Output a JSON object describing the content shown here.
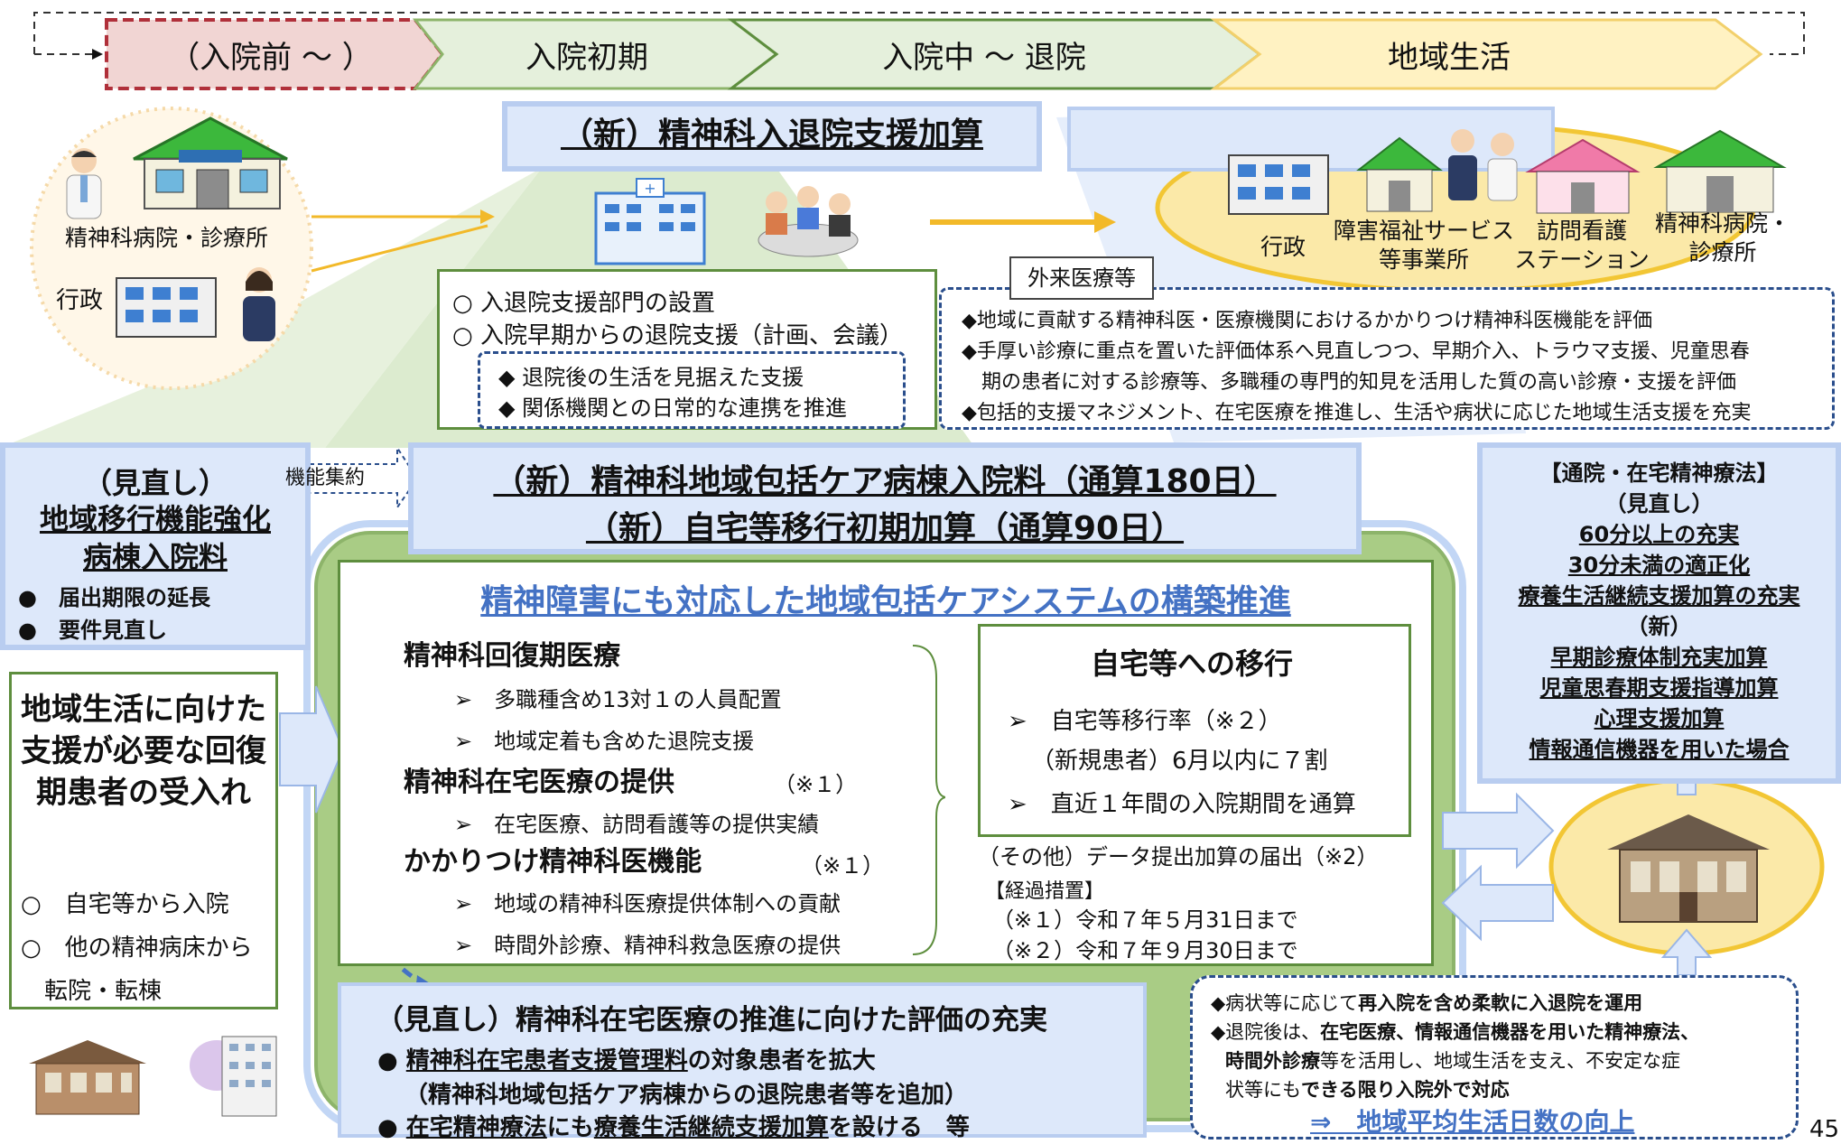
{
  "header": {
    "stages": [
      "（入院前 ～ ）",
      "入院初期",
      "入院中 ～ 退院",
      "地域生活"
    ]
  },
  "top_left": {
    "hospital_label": "精神科病院・診療所",
    "admin_label": "行政"
  },
  "nyutaiin": {
    "title": "（新）精神科入退院支援加算",
    "items": [
      "○ 入退院支援部門の設置",
      "○ 入院早期からの退院支援（計画、会議）"
    ],
    "sub_items": [
      "◆ 退院後の生活を見据えた支援",
      "◆ 関係機関との日常的な連携を推進"
    ]
  },
  "community": {
    "labels": [
      "行政",
      "障害福祉サービス\n等事業所",
      "訪問看護\nステーション",
      "精神科病院・\n診療所"
    ]
  },
  "outpatient": {
    "tag": "外来医療等",
    "lines": [
      "◆地域に貢献する精神科医・医療機関におけるかかりつけ精神科医機能を評価",
      "◆手厚い診療に重点を置いた評価体系へ見直しつつ、早期介入、トラウマ支援、児童思春",
      "　期の患者に対する診療等、多職種の専門的知見を活用した質の高い診療・支援を評価",
      "◆包括的支援マネジメント、在宅医療を推進し、生活や病状に応じた地域生活支援を充実"
    ]
  },
  "minaoshi_left": {
    "title1": "（見直し）",
    "title2": "地域移行機能強化",
    "title3": "病棟入院料",
    "bullets": [
      "●　届出期限の延長",
      "●　要件見直し"
    ],
    "tag": "機能集約"
  },
  "main_title": {
    "line1": "（新）精神科地域包括ケア病棟入院料（通算180日）",
    "line2": "（新）自宅等移行初期加算（通算90日）"
  },
  "system": {
    "heading": "精神障害にも対応した地域包括ケアシステムの構築推進",
    "sec1_title": "精神科回復期医療",
    "sec1_items": [
      "➢　多職種含め13対１の人員配置",
      "➢　地域定着も含めた退院支援"
    ],
    "sec2_title": "精神科在宅医療の提供",
    "sec2_note": "（※１）",
    "sec2_items": [
      "➢　在宅医療、訪問看護等の提供実績"
    ],
    "sec3_title": "かかりつけ精神科医機能",
    "sec3_note": "（※１）",
    "sec3_items": [
      "➢　地域の精神科医療提供体制への貢献",
      "➢　時間外診療、精神科救急医療の提供"
    ],
    "home_title": "自宅等への移行",
    "home_items": [
      "➢　自宅等移行率（※２）",
      "（新規患者）6月以内に７割",
      "➢　直近１年間の入院期間を通算"
    ],
    "other": "（その他）データ提出加算の届出（※2）",
    "transition_title": "【経過措置】",
    "transition_items": [
      "（※１）令和７年５月31日まで",
      "（※２）令和７年９月30日まで"
    ]
  },
  "left_accept": {
    "title": "地域生活に向けた支援が必要な回復期患者の受入れ",
    "items": [
      "○　自宅等から入院",
      "○　他の精神病床から",
      "　転院・転棟"
    ]
  },
  "bottom_center": {
    "title": "（見直し）精神科在宅医療の推進に向けた評価の充実",
    "line1_pre": "●",
    "line1_u": "精神科在宅患者支援管理料",
    "line1_post": "の対象患者を拡大",
    "line2": "（精神科地域包括ケア病棟からの退院患者等を追加）",
    "line3_pre": "●",
    "line3_u1": "在宅精神療法",
    "line3_mid": "にも",
    "line3_u2": "療養生活継続支援加算",
    "line3_post": "を設ける　等"
  },
  "right_panel": {
    "lines": [
      "【通院・在宅精神療法】",
      "（見直し）",
      "60分以上の充実",
      "30分未満の適正化",
      "療養生活継続支援加算の充実",
      "（新）",
      "早期診療体制充実加算",
      "児童思春期支援指導加算",
      "心理支援加算",
      "情報通信機器を用いた場合"
    ]
  },
  "bottom_right": {
    "l1_pre": "◆病状等に応じて",
    "l1_b": "再入院を含め柔軟に入退院を運用",
    "l2_pre": "◆退院後は、",
    "l2_b": "在宅医療、情報通信機器を用いた精神療法、",
    "l3_b": "時間外診療",
    "l3_post": "等を活用し、地域生活を支え、不安定な症",
    "l4_pre": "状等にも",
    "l4_b": "できる限り入院外で対応",
    "l5": "⇒　地域平均生活日数の向上"
  },
  "page_number": "45",
  "colors": {
    "stage1": "#f1d5d3",
    "stage2": "#e5f0dc",
    "stage4": "#fff2c2",
    "green_bg": "#a9cc85",
    "blue_panel": "#dde8fa",
    "blue_border": "#b9cdf0",
    "heading_blue": "#4472c4",
    "yellow": "#fbe9a8",
    "yellow_border": "#f2c634",
    "red_dash": "#b0303a"
  }
}
